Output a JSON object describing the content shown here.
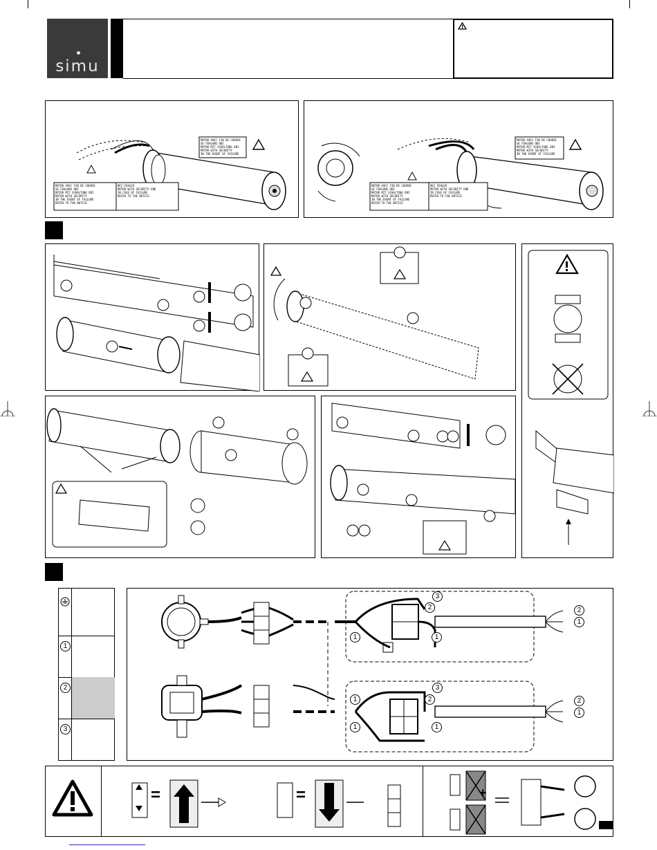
{
  "brand": {
    "name": "simu"
  },
  "header": {
    "warning_icon": "warning-triangle-icon"
  },
  "label_lines": [
    "MOTOR AVEC FIN DE COURSE",
    "SE FEHLUNG OBI",
    "MOTOR MIT SCHALTUNG OBI",
    "MOTOR WITH SECURITY",
    "IN THE EVENT OF FAILURE",
    "REFER TO THE NOTICE",
    "BEI FEHLER",
    "MOTOR WITH SECURITY END",
    "IN CASE OF FAILURE"
  ],
  "steps": {
    "step1": "",
    "step2": ""
  },
  "callouts": {
    "one": "1",
    "two": "2",
    "three": "3"
  },
  "wiring_legend": {
    "ground": "ground-symbol-icon",
    "one": "1",
    "two": "2",
    "three": "3"
  },
  "footer": {
    "equals": "=",
    "plus": "+"
  },
  "colors": {
    "logo_bg": "#3a3a3a",
    "line": "#000000"
  }
}
